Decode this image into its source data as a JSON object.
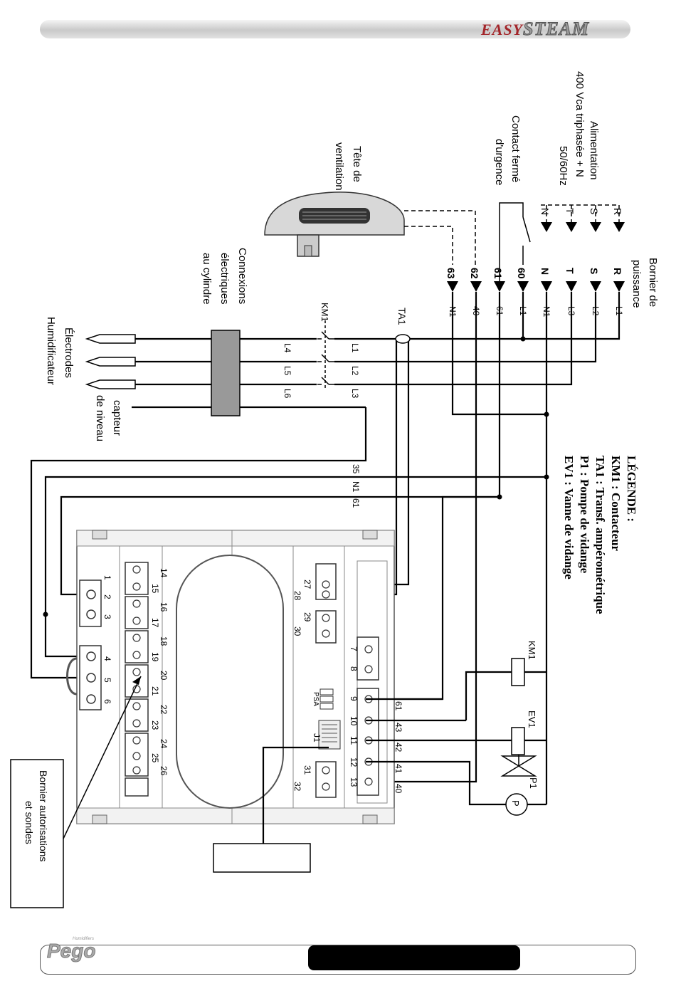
{
  "header": {
    "brand_prefix": "EASY",
    "brand_main": "STEAM"
  },
  "labels": {
    "tete": "Tête de ventilation",
    "alimentation": "Alimentation 400 Vca triphasée + N 50/60Hz",
    "contact": "Contact fermé d'urgence",
    "bornier_puissance": "Bornier de puissance",
    "connexions": "Connexions électriques au cylindre",
    "electrodes": "Électrodes Humidificateur",
    "capteur": "capteur de niveau",
    "bornier_auto": "Bornier autorisations et sondes"
  },
  "legend": {
    "title": "LÉGENDE :",
    "lines": [
      "KM1 : Contacteur",
      "TA1 : Transf. ampérométrique",
      "P1 :    Pompe de vidange",
      "EV1 : Vanne de vidange"
    ]
  },
  "supply_phases": [
    "R",
    "S",
    "T",
    "N"
  ],
  "power_terminals": [
    "R",
    "S",
    "T",
    "N",
    "60",
    "61",
    "62",
    "63"
  ],
  "wire_labels_power": [
    "L1",
    "L2",
    "L3",
    "N1",
    "L1",
    "61",
    "40",
    "N1"
  ],
  "contactor": {
    "name": "KM1",
    "in": [
      "L1",
      "L2",
      "L3"
    ],
    "out": [
      "L4",
      "L5",
      "L6"
    ]
  },
  "ct_name": "TA1",
  "sensor_wires": [
    "35",
    "N1",
    "61"
  ],
  "board": {
    "left_terms": [
      "1",
      "2",
      "3",
      "4",
      "5",
      "6"
    ],
    "mid_terms_a": [
      "14",
      "16",
      "18",
      "20",
      "22",
      "24",
      "26"
    ],
    "mid_terms_b": [
      "15",
      "17",
      "19",
      "21",
      "23",
      "25"
    ],
    "right_terms_a": [
      "27",
      "29",
      "31"
    ],
    "right_terms_b": [
      "28",
      "30",
      "32"
    ],
    "out_terms": [
      "7",
      "8",
      "9",
      "10",
      "11",
      "12",
      "13"
    ],
    "out_wires": [
      "61",
      "43",
      "42",
      "41",
      "40"
    ],
    "psa": "PSA",
    "j1": "J1"
  },
  "components": {
    "km1": "KM1",
    "ev1": "EV1",
    "p1": "P1",
    "pump_letter": "P"
  },
  "footer": {
    "logo": "Pego",
    "logo_sub": "Humidifiers"
  }
}
